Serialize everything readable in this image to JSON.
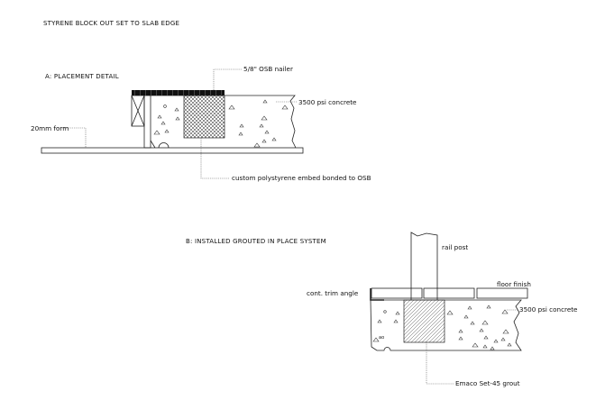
{
  "sheet_title": "STYRENE BLOCK OUT SET TO SLAB EDGE",
  "detail_a": {
    "title": "A: PLACEMENT DETAIL",
    "labels": {
      "nailer": "5/8\" OSB nailer",
      "concrete": "3500 psi concrete",
      "form": "20mm form",
      "embed": "custom polystyrene embed bonded to OSB"
    }
  },
  "detail_b": {
    "title": "B: INSTALLED GROUTED IN PLACE SYSTEM",
    "labels": {
      "post": "rail post",
      "finish": "floor finish",
      "trim": "cont. trim angle",
      "concrete": "3500 psi concrete",
      "grout": "Emaco Set-45 grout"
    }
  }
}
